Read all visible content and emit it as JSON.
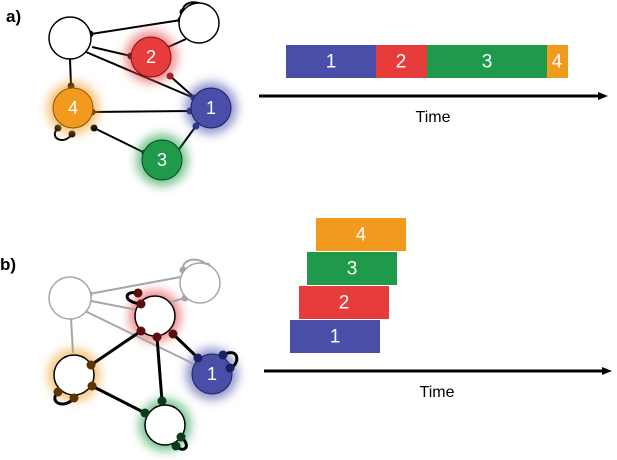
{
  "panels": {
    "a": {
      "label": "a)",
      "time_label": "Time"
    },
    "b": {
      "label": "b)",
      "time_label": "Time"
    }
  },
  "task_labels": [
    "1",
    "2",
    "3",
    "4"
  ],
  "colors": {
    "task1": "#4a4ea8",
    "task2": "#e83c3c",
    "task3": "#1e9a4a",
    "task4": "#f29a1e",
    "edge_active": "#000000",
    "edge_faded": "#a6a6a6"
  }
}
